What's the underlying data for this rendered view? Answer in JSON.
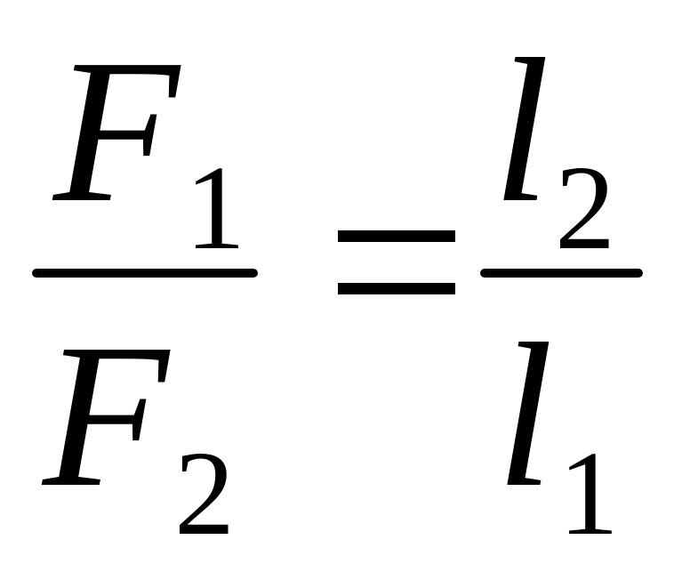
{
  "formula": {
    "left": {
      "numerator": {
        "symbol": "F",
        "subscript": "1"
      },
      "denominator": {
        "symbol": "F",
        "subscript": "2"
      }
    },
    "relation": "=",
    "right": {
      "numerator": {
        "symbol": "l",
        "subscript": "2"
      },
      "denominator": {
        "symbol": "l",
        "subscript": "1"
      }
    },
    "color": "#000000"
  }
}
